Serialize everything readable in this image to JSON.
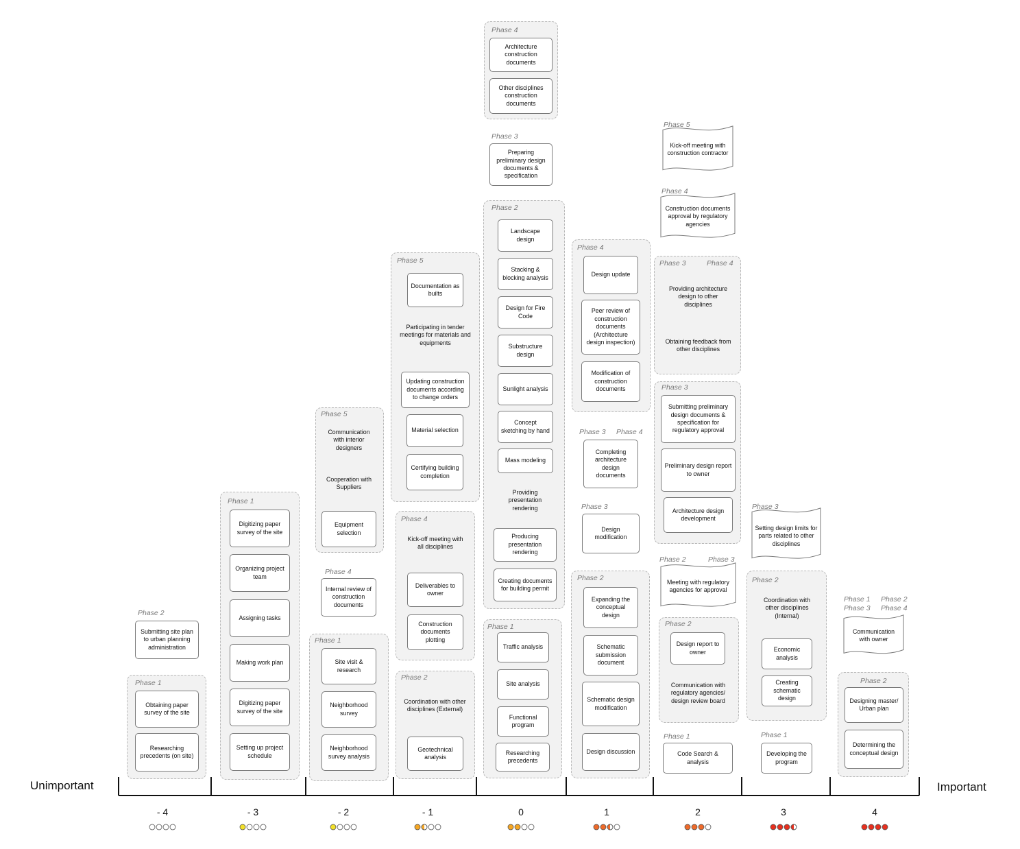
{
  "axis": {
    "left_label": "Unimportant",
    "right_label": "Important"
  },
  "scale": [
    {
      "label": "- 4",
      "dots": [
        0,
        0,
        0,
        0
      ]
    },
    {
      "label": "- 3",
      "dots": [
        1,
        0,
        0,
        0
      ]
    },
    {
      "label": "- 2",
      "dots": [
        1,
        0,
        0,
        0
      ]
    },
    {
      "label": "- 1",
      "dots": [
        2,
        3,
        0,
        0
      ]
    },
    {
      "label": "0",
      "dots": [
        2,
        2,
        0,
        0
      ]
    },
    {
      "label": "1",
      "dots": [
        4,
        4,
        5,
        0
      ]
    },
    {
      "label": "2",
      "dots": [
        4,
        4,
        4,
        0
      ]
    },
    {
      "label": "3",
      "dots": [
        6,
        6,
        6,
        7
      ]
    },
    {
      "label": "4",
      "dots": [
        6,
        6,
        6,
        6
      ]
    }
  ],
  "dot_colors": {
    "empty": "#ffffff",
    "yellow": "#f2e02a",
    "orange": "#f5a623",
    "red_orange": "#ee6a2a",
    "red": "#e8301f"
  },
  "groups": {
    "m4_p1": "Phase 1",
    "m3_p1": "Phase 1",
    "m2_p5": "Phase 5",
    "m2_p1": "Phase 1",
    "m1_p5": "Phase 5",
    "m1_p4": "Phase 4",
    "m1_p2": "Phase 2",
    "z_p4": "Phase 4",
    "z_p2": "Phase 2",
    "z_p1": "Phase 1",
    "p1_p4": "Phase 4",
    "p1_p2": "Phase 2",
    "p2_p34": [
      "Phase 3",
      "Phase 4"
    ],
    "p2_p3": "Phase 3",
    "p2_p2": "Phase 2",
    "p3_p2": "Phase 2",
    "p4_p2": "Phase 2"
  },
  "labels": {
    "m4_lp2": "Phase 2",
    "m2_lp4": "Phase 4",
    "z_lp3": "Phase 3",
    "p1_lp34": [
      "Phase 3",
      "Phase 4"
    ],
    "p1_lp3": "Phase 3",
    "p2_lp5": "Phase 5",
    "p2_lp4": "Phase 4",
    "p2_lp23": [
      "Phase 2",
      "Phase 3"
    ],
    "p2_lp1": "Phase 1",
    "p3_lp3": "Phase 3",
    "p3_lp1": "Phase 1",
    "p4_lp1234": [
      "Phase 1",
      "Phase 2",
      "Phase 3",
      "Phase 4"
    ]
  },
  "boxes": {
    "m4_submitting": "Submitting site plan to urban planning administration",
    "m4_obtaining": "Obtaining paper survey of the site",
    "m4_researching": "Researching precedents (on site)",
    "m3_digitizing1": "Digitizing paper survey of the site",
    "m3_organizing": "Organizing project team",
    "m3_assigning": "Assigning tasks",
    "m3_workplan": "Making work plan",
    "m3_digitizing2": "Digitizing paper survey of the site",
    "m3_schedule": "Setting up project schedule",
    "m2_communication": "Communication with interior designers",
    "m2_cooperation": "Cooperation with Suppliers",
    "m2_equipment": "Equipment selection",
    "m2_internal_review": "Internal review of construction documents",
    "m2_site_visit": "Site visit & research",
    "m2_neighborhood": "Neighborhood survey",
    "m2_neighborhood_analysis": "Neighborhood survey analysis",
    "m1_asbuilts": "Documentation as builts",
    "m1_tender": "Participating in tender meetings for materials and equipments",
    "m1_updating": "Updating construction documents according to change orders",
    "m1_material": "Material selection",
    "m1_certifying": "Certifying building completion",
    "m1_kickoff": "Kick-off meeting with all disciplines",
    "m1_deliverables": "Deliverables to owner",
    "m1_plotting": "Construction documents plotting",
    "m1_coord_ext": "Coordination with other disciplines (External)",
    "m1_geotech": "Geotechnical analysis",
    "z_arch_cd": "Architecture construction documents",
    "z_other_cd": "Other disciplines construction documents",
    "z_preparing": "Preparing preliminary design documents & specification",
    "z_landscape": "Landscape design",
    "z_stacking": "Stacking & blocking analysis",
    "z_fire": "Design for Fire Code",
    "z_substructure": "Substructure design",
    "z_sunlight": "Sunlight analysis",
    "z_concept": "Concept sketching by hand",
    "z_mass": "Mass modeling",
    "z_providing_render": "Providing presentation rendering",
    "z_producing_render": "Producing presentation rendering",
    "z_permit": "Creating documents for building permit",
    "z_traffic": "Traffic analysis",
    "z_site_analysis": "Site analysis",
    "z_functional": "Functional program",
    "z_precedents": "Researching precedents",
    "p1_update": "Design update",
    "p1_peer": "Peer review of construction documents (Architecture design inspection)",
    "p1_modification": "Modification of construction documents",
    "p1_completing": "Completing architecture design documents",
    "p1_design_mod": "Design modification",
    "p1_expanding": "Expanding the conceptual design",
    "p1_schematic_sub": "Schematic submission document",
    "p1_schematic_mod": "Schematic design modification",
    "p1_discussion": "Design discussion",
    "p2_kickoff_contractor": "Kick-off meeting with construction contractor",
    "p2_cd_approval": "Construction documents approval by regulatory agencies",
    "p2_providing_arch": "Providing architecture design to other disciplines",
    "p2_feedback": "Obtaining feedback from other disciplines",
    "p2_submitting_prelim": "Submitting preliminary design documents & specification for regulatory approval",
    "p2_prelim_report": "Preliminary design report to owner",
    "p2_arch_dev": "Architecture design development",
    "p2_meeting_reg": "Meeting with regulatory agencies for approval",
    "p2_design_report": "Design report to owner",
    "p2_comm_reg": "Communication with regulatory agencies/ design review board",
    "p2_code": "Code Search & analysis",
    "p3_limits": "Setting design limits for parts related to other disciplines",
    "p3_coord_int": "Coordination with other disciplines (Internal)",
    "p3_economic": "Economic analysis",
    "p3_schematic": "Creating schematic design",
    "p3_developing": "Developing the program",
    "p4_comm_owner": "Communication with owner",
    "p4_master": "Designing master/ Urban plan",
    "p4_conceptual": "Determining the conceptual design"
  }
}
